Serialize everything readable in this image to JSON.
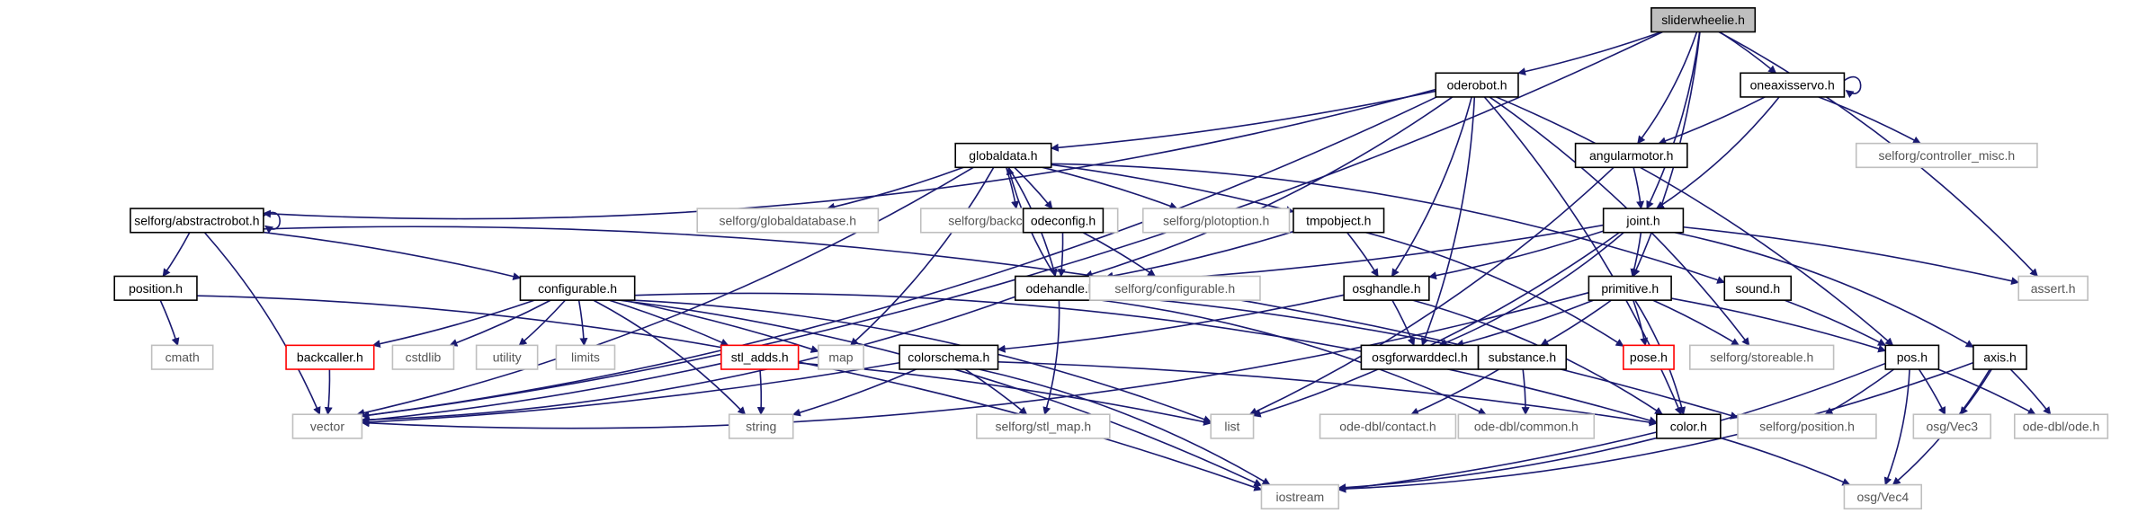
{
  "colors": {
    "edge": "#191970",
    "root_fill": "#bfbfbf",
    "documented_border": "#000000",
    "external_border": "#bfbfbf",
    "undocumented_border": "#ff0000"
  },
  "nodes": [
    {
      "id": "sliderwheelie",
      "label": "sliderwheelie.h",
      "kind": "root"
    },
    {
      "id": "oderobot",
      "label": "oderobot.h",
      "kind": "doc"
    },
    {
      "id": "oneaxisservo",
      "label": "oneaxisservo.h",
      "kind": "doc"
    },
    {
      "id": "globaldata",
      "label": "globaldata.h",
      "kind": "doc"
    },
    {
      "id": "angularmotor",
      "label": "angularmotor.h",
      "kind": "doc"
    },
    {
      "id": "controller_misc",
      "label": "selforg/controller_misc.h",
      "kind": "ext"
    },
    {
      "id": "abstractrobot",
      "label": "selforg/abstractrobot.h",
      "kind": "doc"
    },
    {
      "id": "globaldatabase",
      "label": "selforg/globaldatabase.h",
      "kind": "ext"
    },
    {
      "id": "backcallervector",
      "label": "selforg/backcallervector.h",
      "kind": "ext"
    },
    {
      "id": "odeconfig",
      "label": "odeconfig.h",
      "kind": "doc"
    },
    {
      "id": "plotoption",
      "label": "selforg/plotoption.h",
      "kind": "ext"
    },
    {
      "id": "tmpobject",
      "label": "tmpobject.h",
      "kind": "doc"
    },
    {
      "id": "joint",
      "label": "joint.h",
      "kind": "doc"
    },
    {
      "id": "position",
      "label": "position.h",
      "kind": "doc"
    },
    {
      "id": "configurable",
      "label": "configurable.h",
      "kind": "doc"
    },
    {
      "id": "odehandle",
      "label": "odehandle.h",
      "kind": "doc"
    },
    {
      "id": "sel_configurable",
      "label": "selforg/configurable.h",
      "kind": "ext"
    },
    {
      "id": "osghandle",
      "label": "osghandle.h",
      "kind": "doc"
    },
    {
      "id": "primitive",
      "label": "primitive.h",
      "kind": "doc"
    },
    {
      "id": "sound",
      "label": "sound.h",
      "kind": "doc"
    },
    {
      "id": "assert",
      "label": "assert.h",
      "kind": "ext"
    },
    {
      "id": "cmath",
      "label": "cmath",
      "kind": "ext"
    },
    {
      "id": "backcaller",
      "label": "backcaller.h",
      "kind": "undoc"
    },
    {
      "id": "cstdlib",
      "label": "cstdlib",
      "kind": "ext"
    },
    {
      "id": "utility",
      "label": "utility",
      "kind": "ext"
    },
    {
      "id": "limits",
      "label": "limits",
      "kind": "ext"
    },
    {
      "id": "stl_adds",
      "label": "stl_adds.h",
      "kind": "undoc"
    },
    {
      "id": "map",
      "label": "map",
      "kind": "ext"
    },
    {
      "id": "colorschema",
      "label": "colorschema.h",
      "kind": "doc"
    },
    {
      "id": "osgforwarddecl",
      "label": "osgforwarddecl.h",
      "kind": "doc"
    },
    {
      "id": "substance",
      "label": "substance.h",
      "kind": "doc"
    },
    {
      "id": "pose",
      "label": "pose.h",
      "kind": "undoc"
    },
    {
      "id": "storeable",
      "label": "selforg/storeable.h",
      "kind": "ext"
    },
    {
      "id": "pos",
      "label": "pos.h",
      "kind": "doc"
    },
    {
      "id": "axis",
      "label": "axis.h",
      "kind": "doc"
    },
    {
      "id": "vector",
      "label": "vector",
      "kind": "ext"
    },
    {
      "id": "string",
      "label": "string",
      "kind": "ext"
    },
    {
      "id": "stl_map",
      "label": "selforg/stl_map.h",
      "kind": "ext"
    },
    {
      "id": "list",
      "label": "list",
      "kind": "ext"
    },
    {
      "id": "contact",
      "label": "ode-dbl/contact.h",
      "kind": "ext"
    },
    {
      "id": "common",
      "label": "ode-dbl/common.h",
      "kind": "ext"
    },
    {
      "id": "color",
      "label": "color.h",
      "kind": "doc"
    },
    {
      "id": "sel_position",
      "label": "selforg/position.h",
      "kind": "ext"
    },
    {
      "id": "vec3",
      "label": "osg/Vec3",
      "kind": "ext"
    },
    {
      "id": "ode",
      "label": "ode-dbl/ode.h",
      "kind": "ext"
    },
    {
      "id": "iostream",
      "label": "iostream",
      "kind": "ext"
    },
    {
      "id": "vec4",
      "label": "osg/Vec4",
      "kind": "ext"
    }
  ],
  "edges": [
    [
      "sliderwheelie",
      "oderobot"
    ],
    [
      "sliderwheelie",
      "oneaxisservo"
    ],
    [
      "sliderwheelie",
      "angularmotor"
    ],
    [
      "sliderwheelie",
      "joint"
    ],
    [
      "sliderwheelie",
      "primitive"
    ],
    [
      "sliderwheelie",
      "assert"
    ],
    [
      "sliderwheelie",
      "vector"
    ],
    [
      "oderobot",
      "globaldata"
    ],
    [
      "oderobot",
      "abstractrobot"
    ],
    [
      "oderobot",
      "odehandle"
    ],
    [
      "oderobot",
      "osghandle"
    ],
    [
      "oderobot",
      "osgforwarddecl"
    ],
    [
      "oderobot",
      "storeable"
    ],
    [
      "oderobot",
      "pos"
    ],
    [
      "oderobot",
      "color"
    ],
    [
      "oderobot",
      "vector"
    ],
    [
      "oneaxisservo",
      "angularmotor"
    ],
    [
      "oneaxisservo",
      "joint"
    ],
    [
      "oneaxisservo",
      "controller_misc"
    ],
    [
      "oneaxisservo",
      "oneaxisservo"
    ],
    [
      "globaldata",
      "globaldatabase"
    ],
    [
      "globaldata",
      "backcallervector"
    ],
    [
      "globaldata",
      "odeconfig"
    ],
    [
      "globaldata",
      "plotoption"
    ],
    [
      "globaldata",
      "tmpobject"
    ],
    [
      "globaldata",
      "odehandle"
    ],
    [
      "globaldata",
      "sound"
    ],
    [
      "globaldata",
      "vector"
    ],
    [
      "globaldata",
      "map"
    ],
    [
      "angularmotor",
      "joint"
    ],
    [
      "angularmotor",
      "list"
    ],
    [
      "abstractrobot",
      "position"
    ],
    [
      "abstractrobot",
      "configurable"
    ],
    [
      "abstractrobot",
      "sel_position"
    ],
    [
      "abstractrobot",
      "vector"
    ],
    [
      "abstractrobot",
      "abstractrobot"
    ],
    [
      "odeconfig",
      "odehandle"
    ],
    [
      "odeconfig",
      "sel_configurable"
    ],
    [
      "tmpobject",
      "odehandle"
    ],
    [
      "tmpobject",
      "osghandle"
    ],
    [
      "tmpobject",
      "pose"
    ],
    [
      "joint",
      "odehandle"
    ],
    [
      "joint",
      "osghandle"
    ],
    [
      "joint",
      "primitive"
    ],
    [
      "joint",
      "axis"
    ],
    [
      "joint",
      "assert"
    ],
    [
      "joint",
      "osgforwarddecl"
    ],
    [
      "joint",
      "list"
    ],
    [
      "position",
      "cmath"
    ],
    [
      "position",
      "iostream"
    ],
    [
      "configurable",
      "backcaller"
    ],
    [
      "configurable",
      "cstdlib"
    ],
    [
      "configurable",
      "utility"
    ],
    [
      "configurable",
      "limits"
    ],
    [
      "configurable",
      "stl_adds"
    ],
    [
      "configurable",
      "map"
    ],
    [
      "configurable",
      "list"
    ],
    [
      "configurable",
      "string"
    ],
    [
      "configurable",
      "iostream"
    ],
    [
      "configurable",
      "color"
    ],
    [
      "odehandle",
      "substance"
    ],
    [
      "odehandle",
      "stl_map"
    ],
    [
      "odehandle",
      "common"
    ],
    [
      "odehandle",
      "vector"
    ],
    [
      "odehandle",
      "globaldata"
    ],
    [
      "osghandle",
      "osgforwarddecl"
    ],
    [
      "osghandle",
      "colorschema"
    ],
    [
      "osghandle",
      "color"
    ],
    [
      "primitive",
      "osgforwarddecl"
    ],
    [
      "primitive",
      "pose"
    ],
    [
      "primitive",
      "substance"
    ],
    [
      "primitive",
      "storeable"
    ],
    [
      "primitive",
      "pos"
    ],
    [
      "primitive",
      "color"
    ],
    [
      "primitive",
      "vector"
    ],
    [
      "sound",
      "pos"
    ],
    [
      "backcaller",
      "vector"
    ],
    [
      "stl_adds",
      "vector"
    ],
    [
      "stl_adds",
      "string"
    ],
    [
      "stl_adds",
      "list"
    ],
    [
      "colorschema",
      "vector"
    ],
    [
      "colorschema",
      "string"
    ],
    [
      "colorschema",
      "stl_map"
    ],
    [
      "colorschema",
      "iostream"
    ],
    [
      "colorschema",
      "color"
    ],
    [
      "substance",
      "contact"
    ],
    [
      "substance",
      "common"
    ],
    [
      "pos",
      "vec3"
    ],
    [
      "pos",
      "ode"
    ],
    [
      "pos",
      "sel_position"
    ],
    [
      "pos",
      "iostream"
    ],
    [
      "pos",
      "vec4"
    ],
    [
      "axis",
      "vec3"
    ],
    [
      "axis",
      "ode"
    ],
    [
      "axis",
      "iostream"
    ],
    [
      "axis",
      "vec4"
    ],
    [
      "color",
      "iostream"
    ],
    [
      "color",
      "vec4"
    ]
  ]
}
